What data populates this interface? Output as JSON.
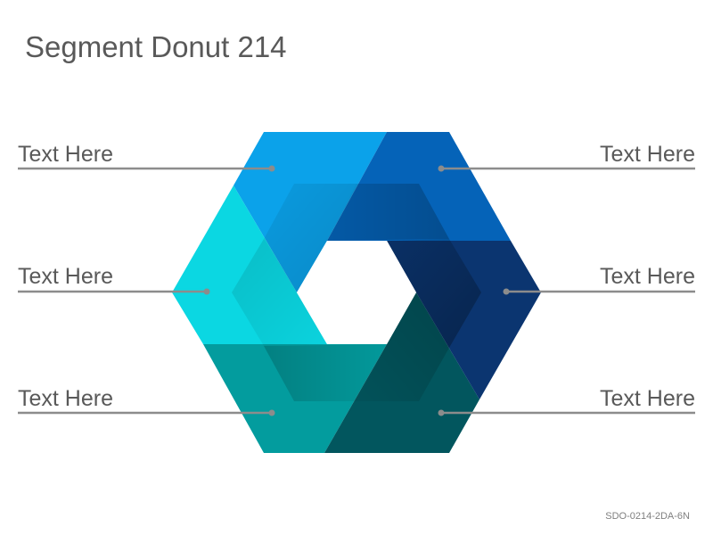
{
  "title": "Segment Donut 214",
  "footer_code": "SDO-0214-2DA-6N",
  "labels": {
    "top_left": "Text Here",
    "middle_left": "Text Here",
    "bottom_left": "Text Here",
    "top_right": "Text Here",
    "middle_right": "Text Here",
    "bottom_right": "Text Here"
  },
  "colors": {
    "segment_top_left": "#0ba2ea",
    "segment_top_right": "#0563b8",
    "segment_right": "#0b3570",
    "segment_bottom_right": "#02565e",
    "segment_bottom_left": "#039c9e",
    "segment_left": "#0bd7e2",
    "leader_line": "#8c8c8c"
  }
}
